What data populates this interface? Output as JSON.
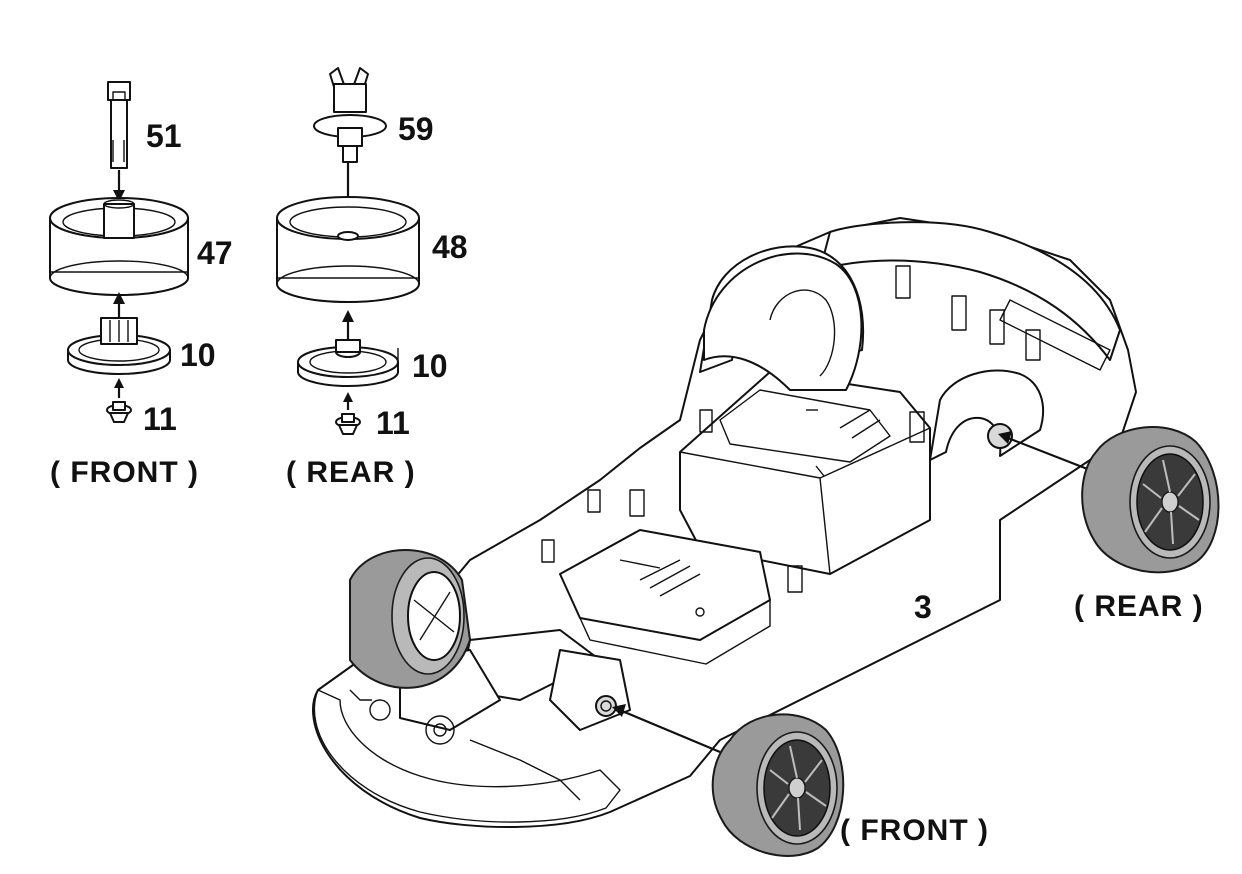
{
  "diagram": {
    "front_assembly": {
      "caption": "( FRONT )",
      "parts": {
        "axle": "51",
        "wheel": "47",
        "hub": "10",
        "nut": "11"
      }
    },
    "rear_assembly": {
      "caption": "( REAR )",
      "parts": {
        "axle": "59",
        "wheel": "48",
        "hub": "10",
        "nut": "11"
      }
    },
    "chassis": {
      "part_number": "3",
      "front_label": "( FRONT )",
      "rear_label": "( REAR )"
    }
  }
}
